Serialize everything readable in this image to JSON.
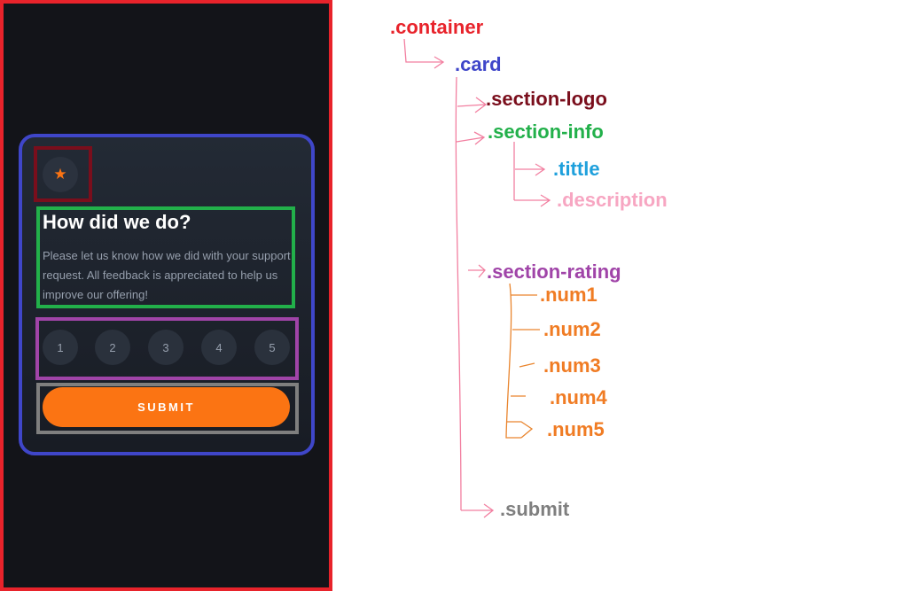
{
  "card": {
    "logo_icon": "star-icon",
    "title": "How did we do?",
    "description": "Please let us know how we did with your support request. All feedback is appreciated to help us improve our offering!",
    "ratings": [
      "1",
      "2",
      "3",
      "4",
      "5"
    ],
    "submit_label": "SUBMIT"
  },
  "tree": {
    "container": ".container",
    "card": ".card",
    "section_logo": ".section-logo",
    "section_info": ".section-info",
    "tittle": ".tittle",
    "description": ".description",
    "section_rating": ".section-rating",
    "num1": ".num1",
    "num2": ".num2",
    "num3": ".num3",
    "num4": ".num4",
    "num5": ".num5",
    "submit": ".submit"
  },
  "colors": {
    "container": "#e8232b",
    "card": "#3f46c9",
    "section_logo": "#7a0e1c",
    "section_info": "#22b04a",
    "tittle": "#1fa0dc",
    "description": "#f7a6c2",
    "section_rating": "#a044a8",
    "nums": "#f07c24",
    "submit": "#7f7f7f",
    "accent_orange": "#fb7413",
    "connector_pink": "#f27fa0",
    "connector_orange": "#e9852e"
  }
}
